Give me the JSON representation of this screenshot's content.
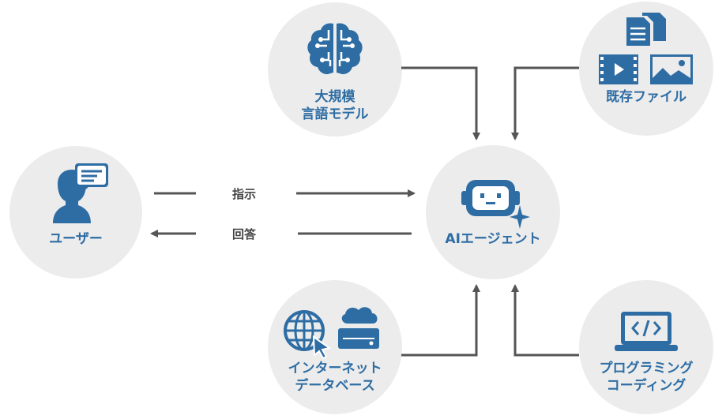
{
  "nodes": {
    "llm": {
      "line1": "大規模",
      "line2": "言語モデル",
      "icon": "brain-circuit-icon"
    },
    "files": {
      "line1": "既存ファイル",
      "icon": "documents-video-image-icon"
    },
    "user": {
      "line1": "ユーザー",
      "icon": "user-chat-icon"
    },
    "agent": {
      "line1": "AIエージェント",
      "icon": "robot-sparkle-icon"
    },
    "internet": {
      "line1": "インターネット",
      "line2": "データベース",
      "icon": "globe-cursor-cloud-storage-icon"
    },
    "coding": {
      "line1": "プログラミング",
      "line2": "コーディング",
      "icon": "laptop-code-icon"
    }
  },
  "edges": {
    "instruction": "指示",
    "answer": "回答"
  },
  "colors": {
    "accent": "#2e6da4",
    "circle": "#ececec",
    "line": "#555555"
  }
}
